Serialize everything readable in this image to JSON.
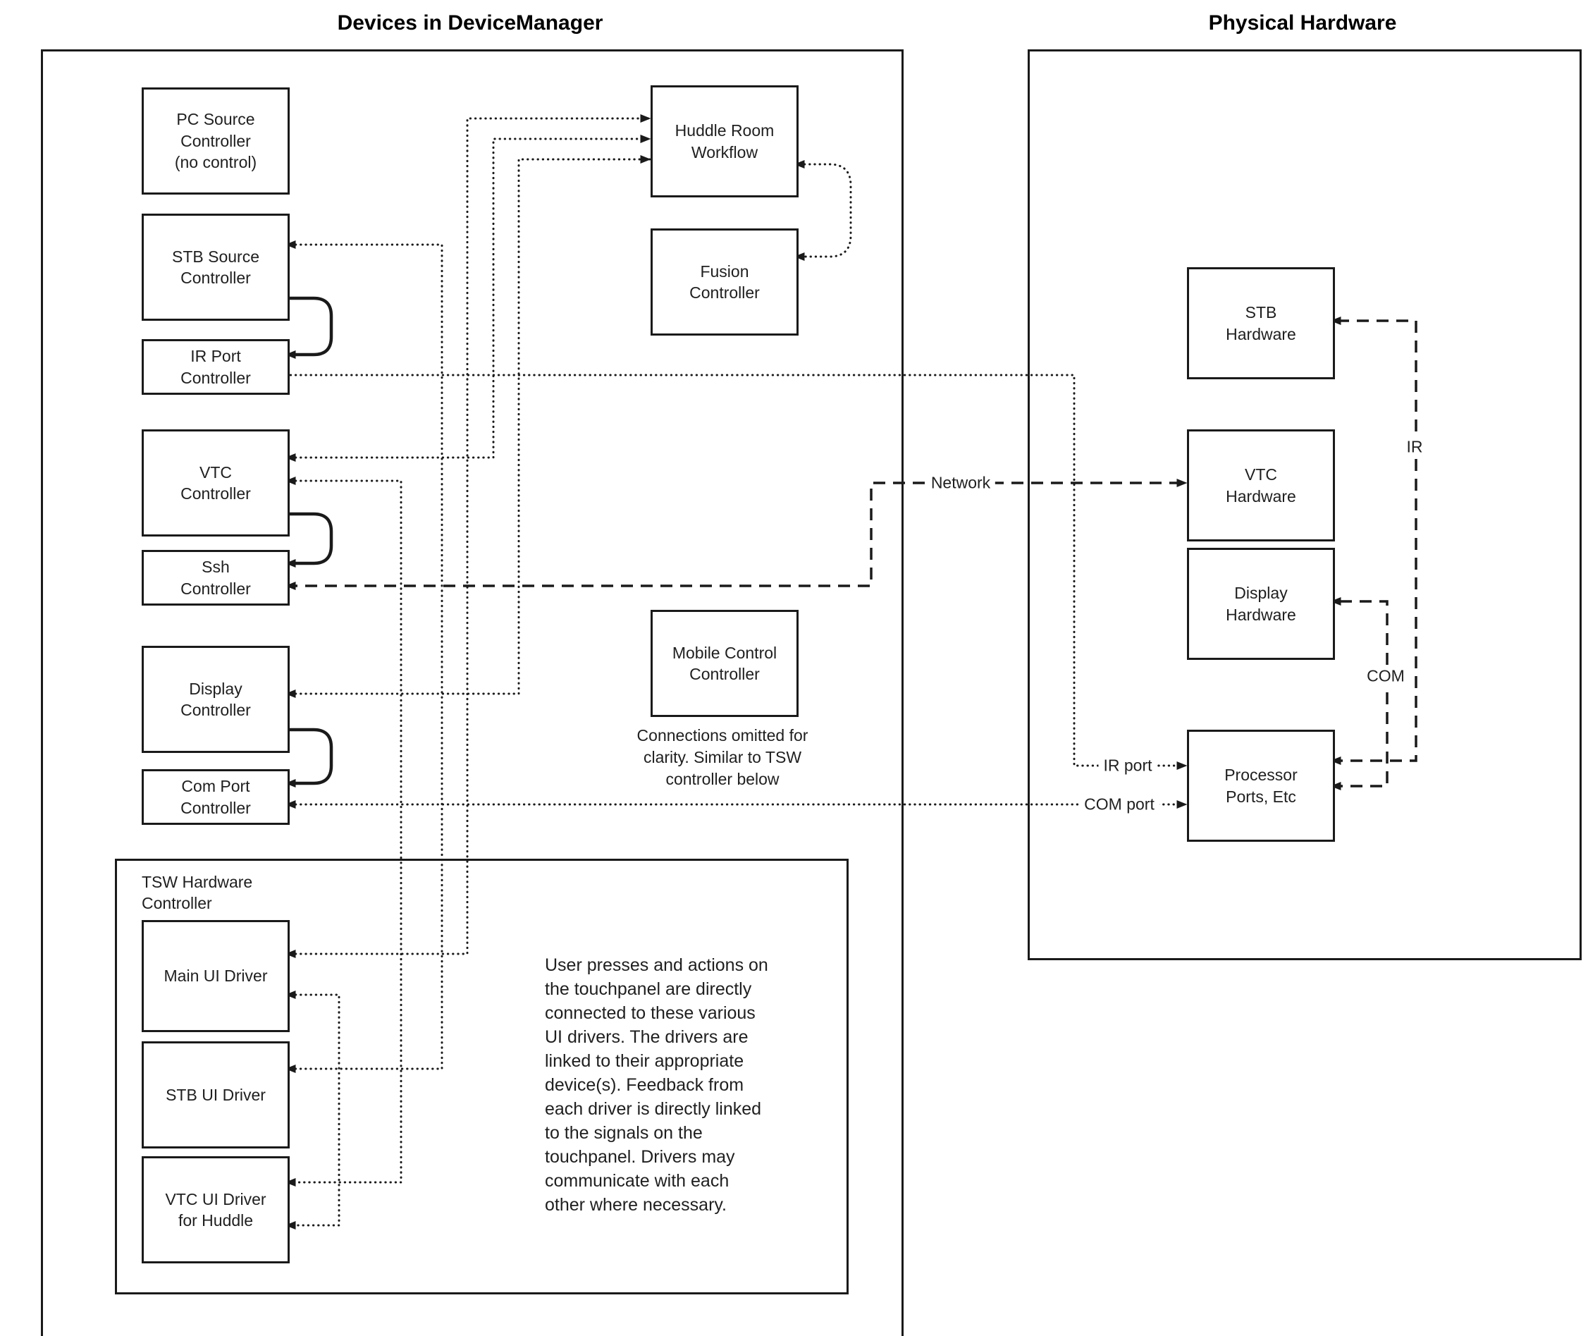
{
  "titles": {
    "device_manager": "Devices in DeviceManager",
    "physical_hardware": "Physical Hardware"
  },
  "device_manager": {
    "pc_source": "PC Source\nController\n(no control)",
    "stb_source": "STB Source\nController",
    "ir_port": "IR Port\nController",
    "vtc": "VTC\nController",
    "ssh": "Ssh\nController",
    "display": "Display\nController",
    "com_port": "Com Port\nController",
    "huddle": "Huddle Room\nWorkflow",
    "fusion": "Fusion\nController",
    "mobile": "Mobile Control\nController",
    "mobile_note": "Connections omitted for\nclarity. Similar to TSW\ncontroller below"
  },
  "tsw": {
    "label": "TSW Hardware\nController",
    "main_ui": "Main UI Driver",
    "stb_ui": "STB UI Driver",
    "vtc_ui": "VTC UI Driver\nfor Huddle",
    "description": "User presses and actions on\nthe touchpanel are directly\nconnected to these various\nUI drivers.  The drivers are\nlinked to their appropriate\ndevice(s). Feedback from\neach driver is directly linked\nto the signals on the\ntouchpanel. Drivers may\ncommunicate with each\nother where necessary."
  },
  "physical_hardware": {
    "stb_hw": "STB\nHardware",
    "vtc_hw": "VTC\nHardware",
    "display_hw": "Display\nHardware",
    "processor": "Processor\nPorts, Etc"
  },
  "connection_labels": {
    "network": "Network",
    "ir_port": "IR port",
    "com_port": "COM port",
    "ir": "IR",
    "com": "COM"
  },
  "colors": {
    "line": "#1a1a1a",
    "background": "#ffffff"
  }
}
